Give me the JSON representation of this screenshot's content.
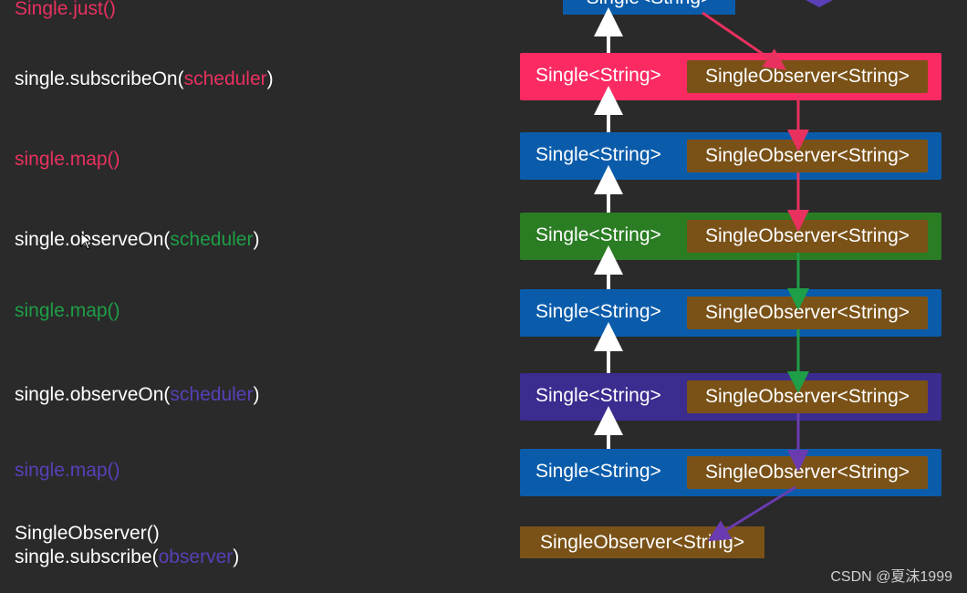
{
  "code": {
    "just": "Single.just()",
    "subscribe_on_prefix": "single.subscribeOn(",
    "subscribe_on_arg": "scheduler",
    "subscribe_on_suffix": ")",
    "map_1": "single.map()",
    "observe_on_1_prefix": "single.observeOn(",
    "observe_on_1_arg": "scheduler",
    "observe_on_1_suffix": ")",
    "map_2": "single.map()",
    "observe_on_2_prefix": "single.observeOn(",
    "observe_on_2_arg": "scheduler",
    "observe_on_2_suffix": ")",
    "map_3": "single.map()",
    "observer_ctor": "SingleObserver()",
    "subscribe_prefix": "single.subscribe(",
    "subscribe_arg": "observer",
    "subscribe_suffix": ")"
  },
  "diagram": {
    "top_label": "Single<String>",
    "rows": [
      {
        "single": "Single<String>",
        "observer": "SingleObserver<String>",
        "color": "#fc2a63"
      },
      {
        "single": "Single<String>",
        "observer": "SingleObserver<String>",
        "color": "#0a5cab"
      },
      {
        "single": "Single<String>",
        "observer": "SingleObserver<String>",
        "color": "#2b7d24"
      },
      {
        "single": "Single<String>",
        "observer": "SingleObserver<String>",
        "color": "#0a5cab"
      },
      {
        "single": "Single<String>",
        "observer": "SingleObserver<String>",
        "color": "#3b2c8f"
      },
      {
        "single": "Single<String>",
        "observer": "SingleObserver<String>",
        "color": "#0a5cab"
      }
    ],
    "final_observer": "SingleObserver<String>",
    "arrow_colors": {
      "up": "#ffffff",
      "red": "#e8315f",
      "green": "#1e9e46",
      "purple": "#6a3bb0"
    }
  },
  "watermark": "CSDN @夏沫1999"
}
